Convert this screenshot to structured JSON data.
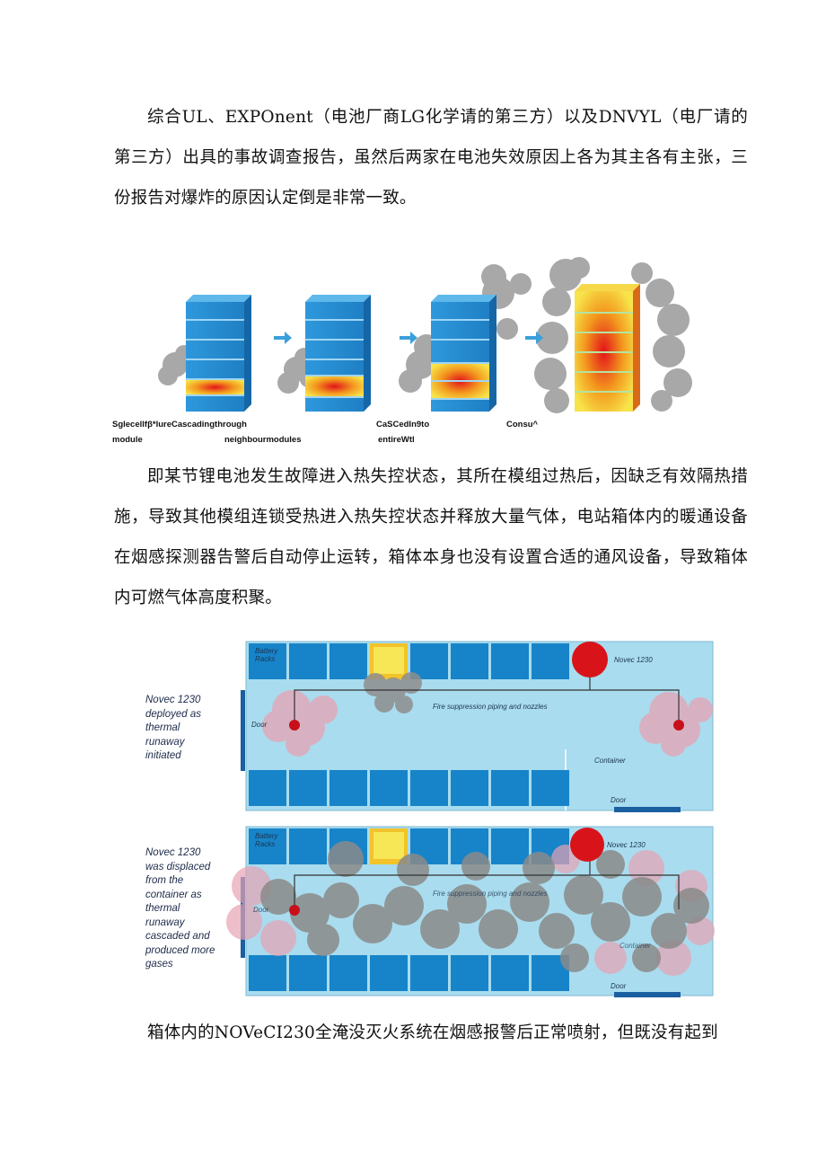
{
  "paragraphs": {
    "p1": "综合UL、EXPOnent（电池厂商LG化学请的第三方）以及DNVYL（电厂请的第三方）出具的事故调查报告，虽然后两家在电池失效原因上各为其主各有主张，三份报告对爆炸的原因认定倒是非常一致。",
    "p2": "即某节锂电池发生故障进入热失控状态，其所在模组过热后，因缺乏有效隔热措施，导致其他模组连锁受热进入热失控状态并释放大量气体，电站箱体内的暖通设备在烟感探测器告警后自动停止运转，箱体本身也没有设置合适的通风设备，导致箱体内可燃气体高度积聚。",
    "p3": "箱体内的NOVeCI230全淹没灭火系统在烟感报警后正常喷射，但既没有起到"
  },
  "figure1": {
    "captions": {
      "c1_line1": "Sglecellfβ*lureCascadingthrough",
      "c1_line2": "module",
      "c2": "neighbourmodules",
      "c3_line1": "CaSCedIn9to",
      "c3_line2": "entireWtl",
      "c4": "Consu^"
    }
  },
  "diagram": {
    "panel1": {
      "side_label": "Novec 1230\ndeployed as\nthermal\nrunaway\ninitiated",
      "battery_racks": "Battery\nRacks",
      "novec": "Novec 1230",
      "piping": "Fire suppression piping and nozzles",
      "door_left": "Door",
      "container": "Container",
      "door_bottom": "Door"
    },
    "panel2": {
      "side_label": "Novec 1230\nwas displaced\nfrom the\ncontainer as\nthermal\nrunaway\ncascaded and\nproduced more\ngases",
      "battery_racks": "Battery\nRacks",
      "novec": "Novec 1230",
      "piping": "Fire suppression piping and nozzles",
      "door_left": "Door",
      "container": "Container",
      "door_bottom": "Door"
    }
  },
  "colors": {
    "module_blue": "#2b8fd6",
    "container_bg": "#a9dcee",
    "rack_blue": "#1784c9",
    "novec_red": "#d8141a",
    "smoke_gray": "#8e8e8e",
    "pink_cloud": "#e7a3b4"
  }
}
